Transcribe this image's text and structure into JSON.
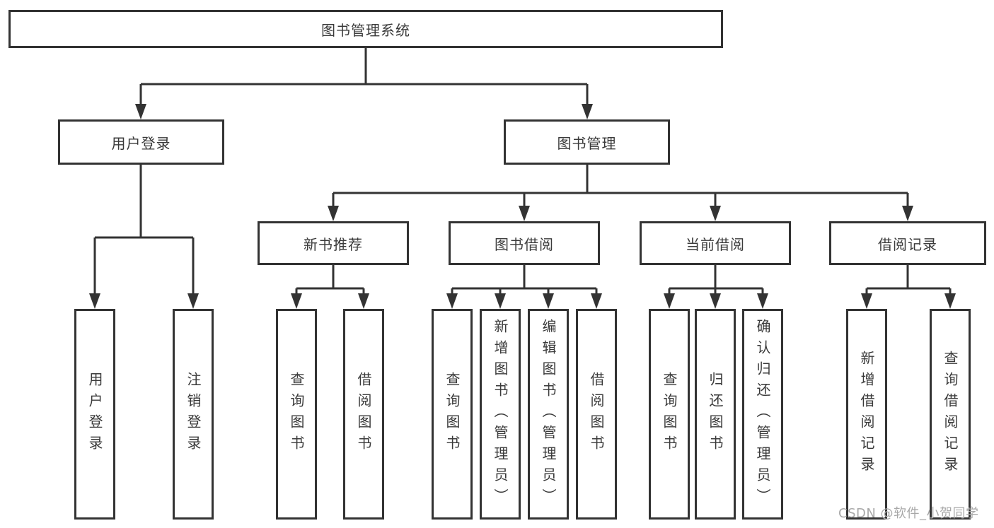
{
  "diagram": {
    "title": "图书管理系统",
    "watermark": "CSDN @软件_小贺同学",
    "colors": {
      "line": "#333333",
      "border": "#333333",
      "text": "#3a3a3a",
      "background": "#ffffff",
      "watermark": "#a8a8a8"
    },
    "nodes": {
      "root": "图书管理系统",
      "user_login": "用户登录",
      "book_mgmt": "图书管理",
      "new_book_rec": "新书推荐",
      "book_borrow": "图书借阅",
      "current_borrow": "当前借阅",
      "borrow_records": "借阅记录",
      "leaf_user_login": "用户登录",
      "leaf_logout": "注销登录",
      "leaf_rec_query": "查询图书",
      "leaf_rec_borrow": "借阅图书",
      "leaf_borrow_query": "查询图书",
      "leaf_borrow_add": "新增图书（管理员）",
      "leaf_borrow_edit": "编辑图书（管理员）",
      "leaf_borrow_borrow": "借阅图书",
      "leaf_current_query": "查询图书",
      "leaf_current_return": "归还图书",
      "leaf_current_confirm": "确认归还（管理员）",
      "leaf_records_add": "新增借阅记录",
      "leaf_records_query": "查询借阅记录"
    }
  }
}
